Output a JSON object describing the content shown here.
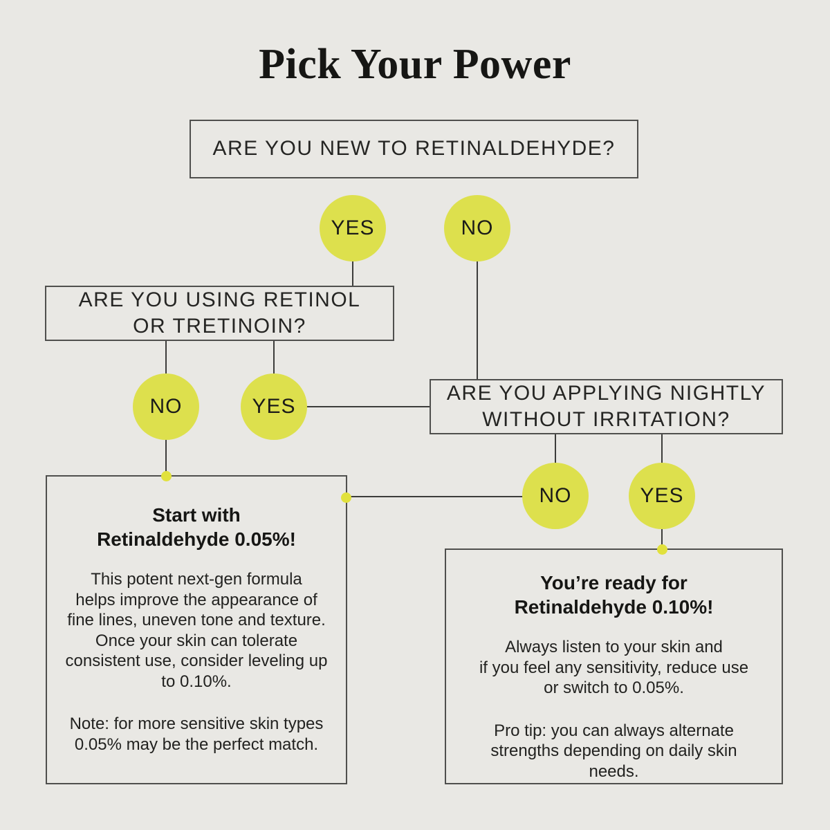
{
  "title": "Pick Your Power",
  "colors": {
    "background": "#e9e8e4",
    "circle_fill": "#dde04d",
    "junction_dot": "#e1e13c",
    "connector_line": "#3c3c3a",
    "box_border": "#4f4f4d",
    "text": "#1e1e1c"
  },
  "questions": {
    "q1": "ARE YOU NEW TO RETINALDEHYDE?",
    "q2": "ARE YOU USING RETINOL\nOR TRETINOIN?",
    "q3": "ARE YOU APPLYING NIGHTLY\nWITHOUT IRRITATION?"
  },
  "answers": {
    "q1_yes": "YES",
    "q1_no": "NO",
    "q2_no": "NO",
    "q2_yes": "YES",
    "q3_no": "NO",
    "q3_yes": "YES"
  },
  "results": {
    "left": {
      "title": "Start with\nRetinaldehyde 0.05%!",
      "body": "This potent next-gen formula\nhelps improve the appearance of\nfine lines, uneven tone and texture.\nOnce your skin can tolerate\nconsistent use, consider leveling up\nto 0.10%.",
      "note": "Note: for more sensitive skin types\n0.05% may be the perfect match."
    },
    "right": {
      "title": "You’re ready for\nRetinaldehyde 0.10%!",
      "body": "Always listen to your skin and\nif you feel any sensitivity, reduce use\nor switch to 0.05%.",
      "note": "Pro tip: you can always alternate\nstrengths depending on daily skin\nneeds."
    }
  }
}
